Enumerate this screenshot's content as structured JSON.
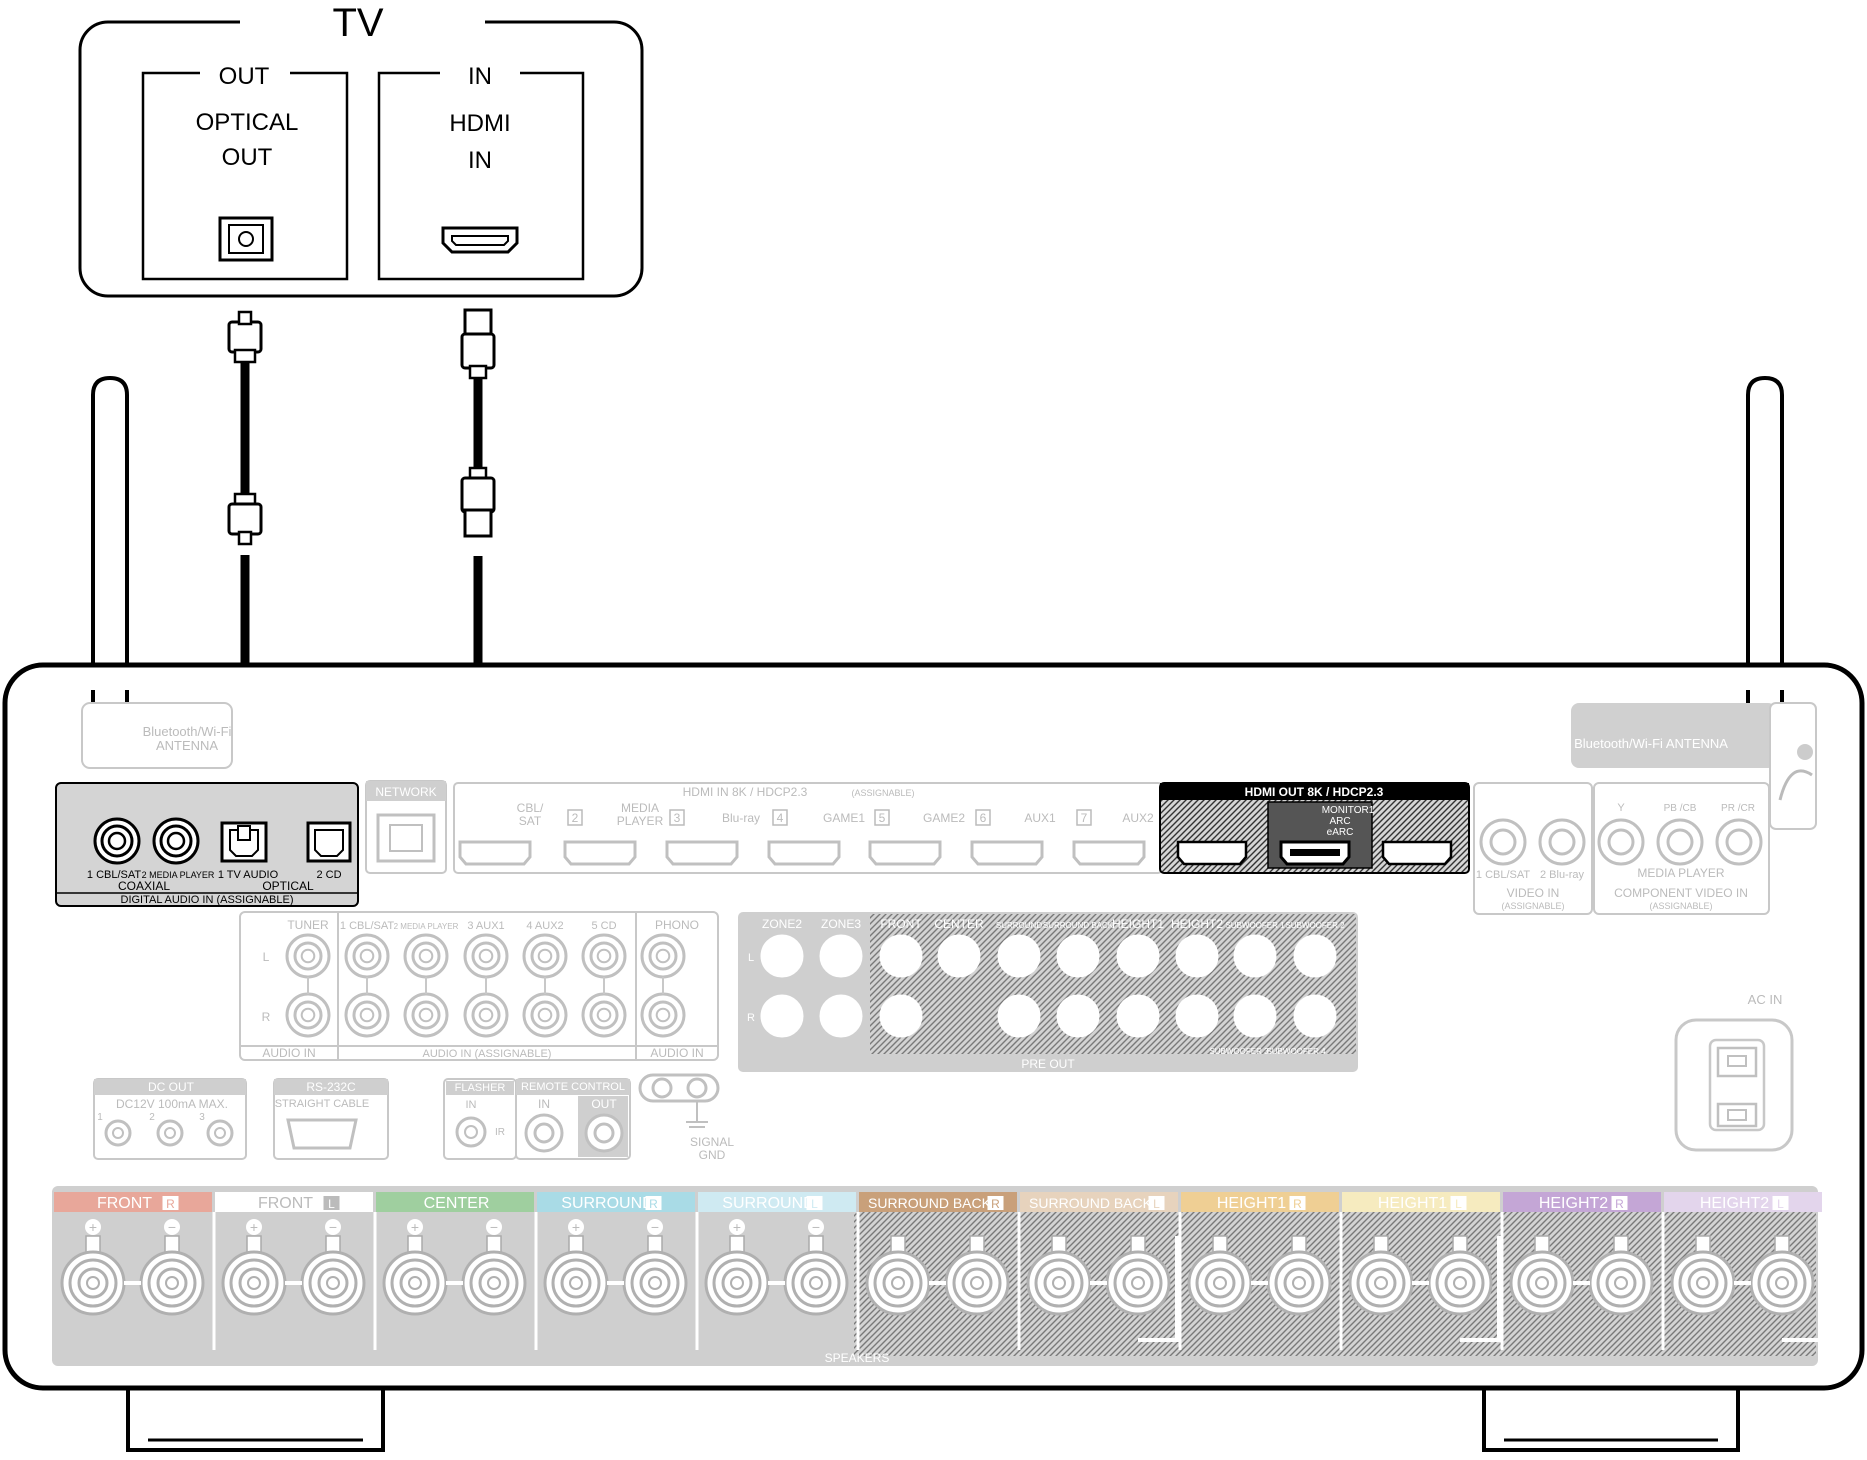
{
  "tv": {
    "title": "TV",
    "out_header": "OUT",
    "in_header": "IN",
    "optical_out_line1": "OPTICAL",
    "optical_out_line2": "OUT",
    "hdmi_in_line1": "HDMI",
    "hdmi_in_line2": "IN"
  },
  "receiver": {
    "antenna_left_line1": "Bluetooth/Wi-Fi",
    "antenna_left_line2": "ANTENNA",
    "antenna_right": "Bluetooth/Wi-Fi ANTENNA",
    "digital_audio": {
      "jack1": "1 CBL/SAT",
      "jack2": "2 MEDIA PLAYER",
      "jack3": "1 TV AUDIO",
      "jack4": "2 CD",
      "coaxial": "COAXIAL",
      "optical": "OPTICAL",
      "footer": "DIGITAL AUDIO IN (ASSIGNABLE)"
    },
    "network": "NETWORK",
    "hdmi_in": {
      "header": "HDMI IN 8K / HDCP2.3",
      "assignable": "(ASSIGNABLE)",
      "labels": [
        "CBL/ SAT",
        "2",
        "MEDIA PLAYER",
        "3",
        "Blu-ray",
        "4",
        "GAME1",
        "5",
        "GAME2",
        "6",
        "AUX1",
        "7",
        "AUX2"
      ]
    },
    "hdmi_out": {
      "header": "HDMI OUT 8K / HDCP2.3",
      "monitor1": "MONITOR1",
      "arc": "ARC",
      "earc": "eARC"
    },
    "video_in": {
      "jack1": "1 CBL/SAT",
      "jack2": "2 Blu-ray",
      "label": "VIDEO IN",
      "sub": "(ASSIGNABLE)"
    },
    "component": {
      "y": "Y",
      "pb": "PB /CB",
      "pr": "PR /CR",
      "media_player": "MEDIA PLAYER",
      "label": "COMPONENT VIDEO IN",
      "sub": "(ASSIGNABLE)"
    },
    "audio_in": {
      "tuner": "TUNER",
      "cols": [
        "1 CBL/SAT",
        "2 MEDIA PLAYER",
        "3 AUX1",
        "4 AUX2",
        "5 CD"
      ],
      "phono": "PHONO",
      "left": "L",
      "right": "R",
      "footer1": "AUDIO IN",
      "footer2": "AUDIO IN (ASSIGNABLE)",
      "footer3": "AUDIO IN"
    },
    "pre_out": {
      "cols": [
        "ZONE2",
        "ZONE3",
        "FRONT",
        "CENTER",
        "SURROUND",
        "SURROUND BACK",
        "HEIGHT1",
        "HEIGHT2",
        "SUBWOOFER 1",
        "SUBWOOFER 2"
      ],
      "sub3": "SUBWOOFER 3",
      "sub4": "SUBWOOFER 4",
      "footer": "PRE OUT"
    },
    "dc_out": {
      "header": "DC OUT",
      "spec": "DC12V 100mA MAX.",
      "nums": [
        "1",
        "2",
        "3"
      ]
    },
    "rs232c": {
      "header": "RS-232C",
      "sub": "STRAIGHT CABLE"
    },
    "flasher": {
      "header": "FLASHER",
      "in": "IN",
      "ir": "IR"
    },
    "remote": {
      "header": "REMOTE CONTROL",
      "in": "IN",
      "out": "OUT"
    },
    "signal_gnd": {
      "line1": "SIGNAL",
      "line2": "GND"
    },
    "ac_in": "AC IN",
    "speakers": {
      "footer": "SPEAKERS",
      "channels": [
        {
          "name": "FRONT",
          "side": "R",
          "color": "#e8a79a"
        },
        {
          "name": "FRONT",
          "side": "L",
          "color": "#ffffff"
        },
        {
          "name": "CENTER",
          "side": "",
          "color": "#9fcf9f"
        },
        {
          "name": "SURROUND",
          "side": "R",
          "color": "#a9dbe6"
        },
        {
          "name": "SURROUND",
          "side": "L",
          "color": "#cfeaf2"
        },
        {
          "name": "SURROUND BACK",
          "side": "R",
          "color": "#c9a07a"
        },
        {
          "name": "SURROUND BACK",
          "side": "L",
          "color": "#e7d3bd"
        },
        {
          "name": "HEIGHT1",
          "side": "R",
          "color": "#efcf94"
        },
        {
          "name": "HEIGHT1",
          "side": "L",
          "color": "#f6ebbf"
        },
        {
          "name": "HEIGHT2",
          "side": "R",
          "color": "#c4a6d6"
        },
        {
          "name": "HEIGHT2",
          "side": "L",
          "color": "#e3d5ec"
        }
      ],
      "plus": "+",
      "minus": "−"
    }
  }
}
